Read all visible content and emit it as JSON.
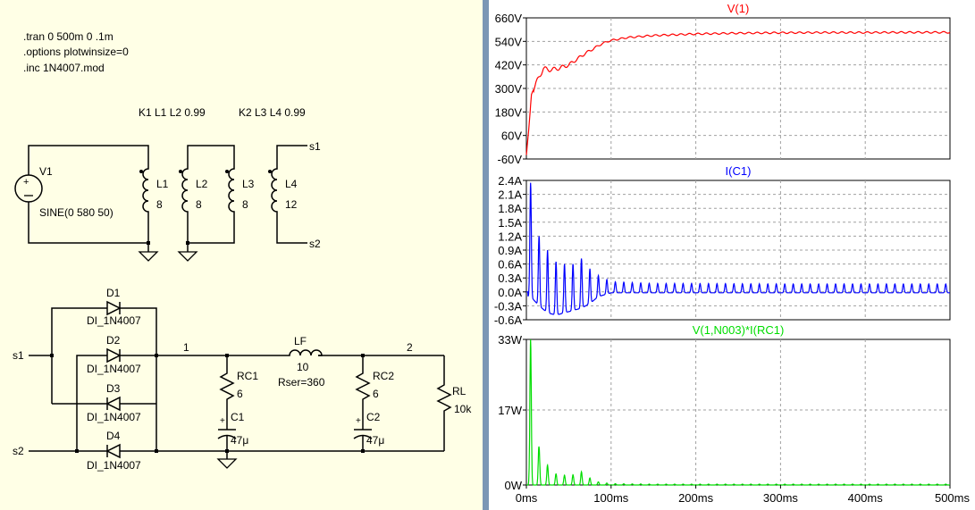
{
  "schematic": {
    "directives": [
      ".tran 0 500m 0 .1m",
      ".options plotwinsize=0",
      ".inc 1N4007.mod"
    ],
    "couplings": [
      "K1 L1 L2 0.99",
      "K2 L3 L4 0.99"
    ],
    "source": {
      "name": "V1",
      "value": "SINE(0 580 50)"
    },
    "inductors": [
      {
        "name": "L1",
        "value": "8"
      },
      {
        "name": "L2",
        "value": "8"
      },
      {
        "name": "L3",
        "value": "8"
      },
      {
        "name": "L4",
        "value": "12"
      }
    ],
    "secondary_labels": [
      "s1",
      "s2"
    ],
    "diodes": [
      {
        "name": "D1",
        "model": "DI_1N4007"
      },
      {
        "name": "D2",
        "model": "DI_1N4007"
      },
      {
        "name": "D3",
        "model": "DI_1N4007"
      },
      {
        "name": "D4",
        "model": "DI_1N4007"
      }
    ],
    "net_labels": {
      "s1": "s1",
      "s2": "s2",
      "n1": "1",
      "n2": "2"
    },
    "rc1": {
      "name": "RC1",
      "value": "6"
    },
    "c1": {
      "name": "C1",
      "value": "47μ"
    },
    "lf": {
      "name": "LF",
      "value": "10",
      "extra": "Rser=360"
    },
    "rc2": {
      "name": "RC2",
      "value": "6"
    },
    "c2": {
      "name": "C2",
      "value": "47μ"
    },
    "rl": {
      "name": "RL",
      "value": "10k"
    }
  },
  "plots": {
    "colors": {
      "v1": "#ff0000",
      "ic1": "#0000ff",
      "power": "#00dd00",
      "grid": "#a0a0a0",
      "background": "#ffffff",
      "frame": "#000000"
    },
    "x_ticks": [
      "0ms",
      "100ms",
      "200ms",
      "300ms",
      "400ms",
      "500ms"
    ],
    "panes": [
      {
        "title": "V(1)",
        "y_ticks": [
          "660V",
          "540V",
          "420V",
          "300V",
          "180V",
          "60V",
          "-60V"
        ]
      },
      {
        "title": "I(C1)",
        "y_ticks": [
          "2.4A",
          "2.1A",
          "1.8A",
          "1.5A",
          "1.2A",
          "0.9A",
          "0.6A",
          "0.3A",
          "0.0A",
          "-0.3A",
          "-0.6A"
        ]
      },
      {
        "title": "V(1,N003)*I(RC1)",
        "y_ticks": [
          "33W",
          "17W",
          "0W"
        ]
      }
    ]
  },
  "chart_data": [
    {
      "type": "line",
      "title": "V(1)",
      "xlabel": "",
      "ylabel": "",
      "xlim": [
        0,
        500
      ],
      "ylim": [
        -60,
        660
      ],
      "x_unit": "ms",
      "y_unit": "V",
      "grid": true,
      "series": [
        {
          "name": "V(1)",
          "x": [
            0,
            3,
            6,
            10,
            15,
            20,
            30,
            40,
            50,
            60,
            70,
            80,
            90,
            100,
            120,
            150,
            200,
            250,
            300,
            350,
            400,
            450,
            500
          ],
          "values": [
            -40,
            100,
            270,
            310,
            360,
            400,
            395,
            405,
            420,
            450,
            480,
            505,
            530,
            545,
            560,
            570,
            578,
            582,
            584,
            585,
            585,
            586,
            586
          ]
        }
      ]
    },
    {
      "type": "line",
      "title": "I(C1)",
      "xlabel": "",
      "ylabel": "",
      "xlim": [
        0,
        500
      ],
      "ylim": [
        -0.6,
        2.4
      ],
      "x_unit": "ms",
      "y_unit": "A",
      "grid": true,
      "series": [
        {
          "name": "I(C1)",
          "x": [
            5,
            15,
            25,
            35,
            45,
            55,
            65,
            75,
            85,
            100,
            150,
            200,
            300,
            400,
            500
          ],
          "peak": [
            2.35,
            1.2,
            0.9,
            0.65,
            0.6,
            0.6,
            0.72,
            0.5,
            0.35,
            0.22,
            0.18,
            0.18,
            0.17,
            0.17,
            0.17
          ],
          "trough": [
            -0.1,
            -0.3,
            -0.45,
            -0.5,
            -0.45,
            -0.4,
            -0.35,
            -0.25,
            -0.1,
            -0.02,
            -0.02,
            -0.02,
            -0.02,
            -0.02,
            -0.02
          ]
        }
      ]
    },
    {
      "type": "line",
      "title": "V(1,N003)*I(RC1)",
      "xlabel": "",
      "ylabel": "",
      "xlim": [
        0,
        500
      ],
      "ylim": [
        0,
        33
      ],
      "x_unit": "ms",
      "y_unit": "W",
      "grid": true,
      "series": [
        {
          "name": "V(1,N003)*I(RC1)",
          "x": [
            5,
            15,
            25,
            35,
            45,
            55,
            65,
            75,
            85,
            100,
            150,
            200,
            300,
            400,
            500
          ],
          "peak": [
            33,
            8.5,
            4.5,
            2.5,
            2.2,
            2.3,
            3.0,
            1.6,
            0.7,
            0.3,
            0.2,
            0.2,
            0.2,
            0.2,
            0.2
          ]
        }
      ]
    }
  ]
}
